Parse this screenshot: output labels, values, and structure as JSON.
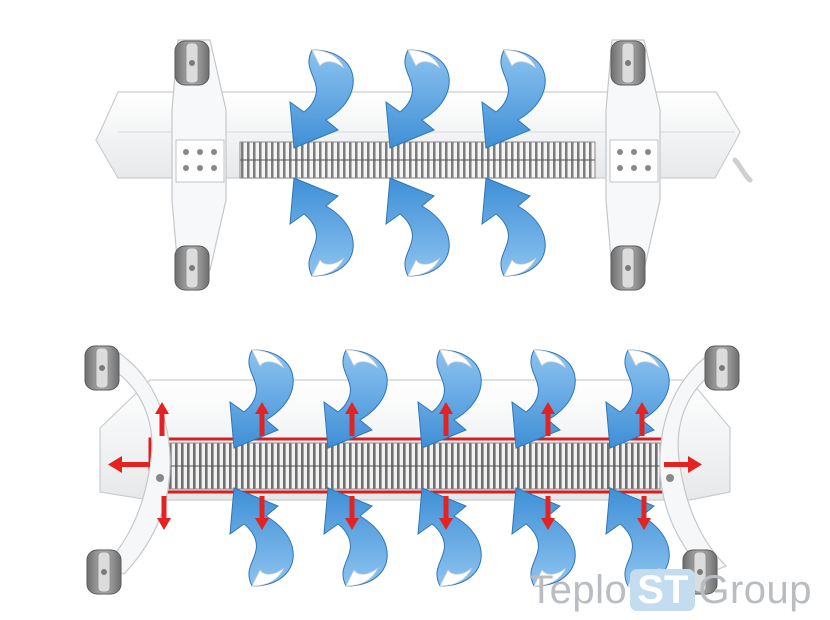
{
  "watermark": {
    "prefix": "Teplo",
    "badge": "ST",
    "suffix": "Group"
  },
  "colors": {
    "airflow_blue": "#5da2de",
    "heat_arrow_red": "#e32222",
    "body_white": "#ffffff",
    "wheel_gray": "#8c8c8c",
    "outline_red": "#d62020"
  },
  "icons": {
    "top_heater": "convector-heater-top-view",
    "bottom_heater": "convector-heater-front-view",
    "cold_air": "blue-curved-arrow-icon",
    "warm_air": "red-arrow-icon"
  }
}
